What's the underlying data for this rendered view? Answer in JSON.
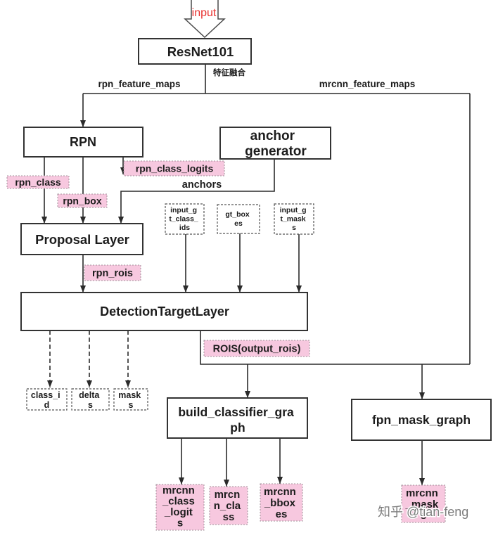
{
  "input_label": "input",
  "nodes": {
    "resnet": "ResNet101",
    "rpn": "RPN",
    "anchor_generator": [
      "anchor",
      "generator"
    ],
    "proposal_layer": "Proposal Layer",
    "detection_target_layer": "DetectionTargetLayer",
    "build_classifier_graph": [
      "build_classifier_gra",
      "ph"
    ],
    "fpn_mask_graph": "fpn_mask_graph"
  },
  "edge_labels": {
    "feature_fusion": "特征融合",
    "rpn_feature_maps": "rpn_feature_maps",
    "mrcnn_feature_maps": "mrcnn_feature_maps",
    "anchors": "anchors"
  },
  "rpn_outputs": {
    "rpn_class_logits": "rpn_class_logits",
    "rpn_class": "rpn_class",
    "rpn_box": "rpn_box"
  },
  "rpn_rois": "rpn_rois",
  "gt_inputs": {
    "input_gt_class_ids": [
      "input_g",
      "t_class_",
      "ids"
    ],
    "gt_boxes": [
      "gt_box",
      "es"
    ],
    "input_gt_masks": [
      "input_g",
      "t_mask",
      "s"
    ]
  },
  "targets": {
    "class_ids": [
      "class_i",
      "d"
    ],
    "deltas": [
      "delta",
      "s"
    ],
    "masks": [
      "mask",
      "s"
    ]
  },
  "output_rois": "ROIS(output_rois)",
  "head_outputs": {
    "mrcnn_class_logits": [
      "mrcnn",
      "_class",
      "_logit",
      "s"
    ],
    "mrcnn_class": [
      "mrcn",
      "n_cla",
      "ss"
    ],
    "mrcnn_bbox": [
      "mrcnn",
      "_bbox",
      "es"
    ],
    "mrcnn_mask": [
      "mrcnn",
      "_mask",
      "s"
    ]
  },
  "watermark": "知乎 @tian-feng",
  "colors": {
    "input_text": "#e8312f",
    "tensor_fill": "#f7c8df",
    "line": "#2b2b2b"
  }
}
